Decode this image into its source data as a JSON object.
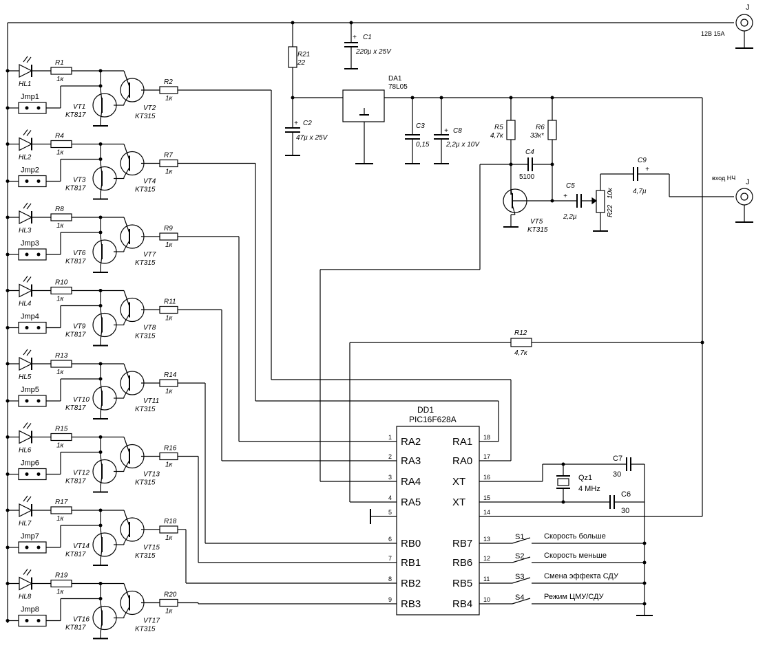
{
  "power": {
    "connector": "J",
    "rating": "12В 15А"
  },
  "input": {
    "connector": "J",
    "label": "вход НЧ"
  },
  "channels": [
    {
      "led": "HL1",
      "rb": "R1",
      "rb_val": "1к",
      "vtp": "VT1",
      "vtp_type": "KT817",
      "vtd": "VT2",
      "vtd_type": "KT315",
      "rin": "R2",
      "rin_val": "1к",
      "jmp": "Jmp1"
    },
    {
      "led": "HL2",
      "rb": "R4",
      "rb_val": "1к",
      "vtp": "VT3",
      "vtp_type": "KT817",
      "vtd": "VT4",
      "vtd_type": "KT315",
      "rin": "R7",
      "rin_val": "1к",
      "jmp": "Jmp2"
    },
    {
      "led": "HL3",
      "rb": "R8",
      "rb_val": "1к",
      "vtp": "VT6",
      "vtp_type": "KT817",
      "vtd": "VT7",
      "vtd_type": "KT315",
      "rin": "R9",
      "rin_val": "1к",
      "jmp": "Jmp3"
    },
    {
      "led": "HL4",
      "rb": "R10",
      "rb_val": "1к",
      "vtp": "VT9",
      "vtp_type": "KT817",
      "vtd": "VT8",
      "vtd_type": "KT315",
      "rin": "R11",
      "rin_val": "1к",
      "jmp": "Jmp4"
    },
    {
      "led": "HL5",
      "rb": "R13",
      "rb_val": "1к",
      "vtp": "VT10",
      "vtp_type": "KT817",
      "vtd": "VT11",
      "vtd_type": "KT315",
      "rin": "R14",
      "rin_val": "1к",
      "jmp": "Jmp5"
    },
    {
      "led": "HL6",
      "rb": "R15",
      "rb_val": "1к",
      "vtp": "VT12",
      "vtp_type": "KT817",
      "vtd": "VT13",
      "vtd_type": "KT315",
      "rin": "R16",
      "rin_val": "1к",
      "jmp": "Jmp6"
    },
    {
      "led": "HL7",
      "rb": "R17",
      "rb_val": "1к",
      "vtp": "VT14",
      "vtp_type": "KT817",
      "vtd": "VT15",
      "vtd_type": "KT315",
      "rin": "R18",
      "rin_val": "1к",
      "jmp": "Jmp7"
    },
    {
      "led": "HL8",
      "rb": "R19",
      "rb_val": "1к",
      "vtp": "VT16",
      "vtp_type": "KT817",
      "vtd": "VT17",
      "vtd_type": "KT315",
      "rin": "R20",
      "rin_val": "1к",
      "jmp": "Jmp8"
    }
  ],
  "parts": {
    "r21": {
      "ref": "R21",
      "val": "22"
    },
    "c1": {
      "ref": "C1",
      "val": "220µ x 25V"
    },
    "c2": {
      "ref": "C2",
      "val": "47µ x 25V"
    },
    "da1": {
      "ref": "DA1",
      "val": "78L05"
    },
    "c3": {
      "ref": "C3",
      "val": "0,15"
    },
    "c8": {
      "ref": "C8",
      "val": "2,2µ x 10V"
    },
    "r5": {
      "ref": "R5",
      "val": "4,7к"
    },
    "r6": {
      "ref": "R6",
      "val": "33к*"
    },
    "c4": {
      "ref": "C4",
      "val": "5100"
    },
    "c5": {
      "ref": "C5",
      "val": "2,2µ"
    },
    "r22": {
      "ref": "R22",
      "val": "10к"
    },
    "c9": {
      "ref": "C9",
      "val": "4,7µ"
    },
    "vt5": {
      "ref": "VT5",
      "val": "KT315"
    },
    "r12": {
      "ref": "R12",
      "val": "4,7к"
    },
    "qz1": {
      "ref": "Qz1",
      "val": "4 MHz"
    },
    "c7": {
      "ref": "C7",
      "val": "30"
    },
    "c6": {
      "ref": "C6",
      "val": "30"
    }
  },
  "mcu": {
    "ref": "DD1",
    "type": "PIC16F628A",
    "left_pins": [
      {
        "num": "1",
        "name": "RA2"
      },
      {
        "num": "2",
        "name": "RA3"
      },
      {
        "num": "3",
        "name": "RA4"
      },
      {
        "num": "4",
        "name": "RA5"
      },
      {
        "num": "5",
        "name": ""
      },
      {
        "num": "6",
        "name": "RB0"
      },
      {
        "num": "7",
        "name": "RB1"
      },
      {
        "num": "8",
        "name": "RB2"
      },
      {
        "num": "9",
        "name": "RB3"
      }
    ],
    "right_pins": [
      {
        "num": "18",
        "name": "RA1"
      },
      {
        "num": "17",
        "name": "RA0"
      },
      {
        "num": "16",
        "name": "XT"
      },
      {
        "num": "15",
        "name": "XT"
      },
      {
        "num": "14",
        "name": ""
      },
      {
        "num": "13",
        "name": "RB7"
      },
      {
        "num": "12",
        "name": "RB6"
      },
      {
        "num": "11",
        "name": "RB5"
      },
      {
        "num": "10",
        "name": "RB4"
      }
    ]
  },
  "switches": [
    {
      "ref": "S1",
      "label": "Скорость больше"
    },
    {
      "ref": "S2",
      "label": "Скорость меньше"
    },
    {
      "ref": "S3",
      "label": "Смена эффекта СДУ"
    },
    {
      "ref": "S4",
      "label": "Режим ЦМУ/СДУ"
    }
  ]
}
